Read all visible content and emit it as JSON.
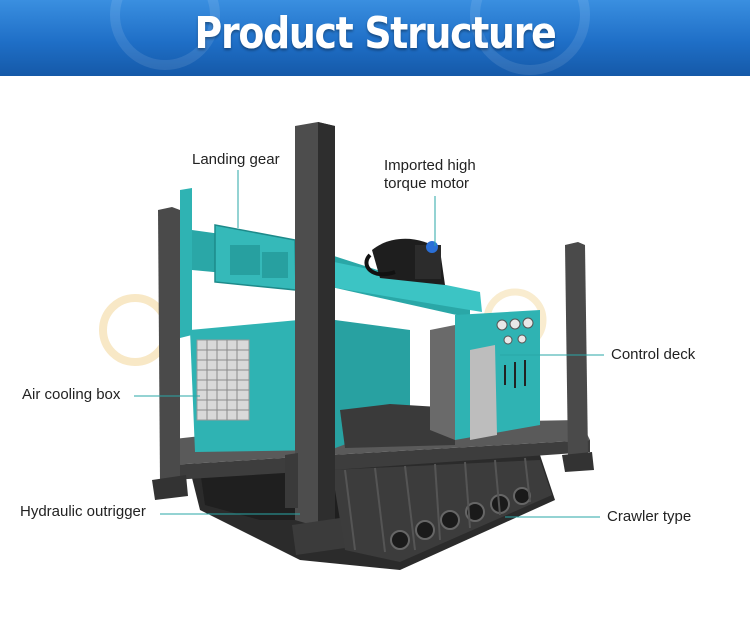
{
  "banner": {
    "title": "Product Structure"
  },
  "callouts": {
    "landing_gear": "Landing gear",
    "motor": "Imported high torque motor",
    "control_deck": "Control deck",
    "air_cooling": "Air cooling box",
    "hydraulic_outrigger": "Hydraulic outrigger",
    "crawler": "Crawler type"
  },
  "colors": {
    "banner": "#1f6fc7",
    "machine_teal": "#2fb3b3",
    "steel": "#4a4a4a",
    "leader_line": "#2aa7a7"
  }
}
